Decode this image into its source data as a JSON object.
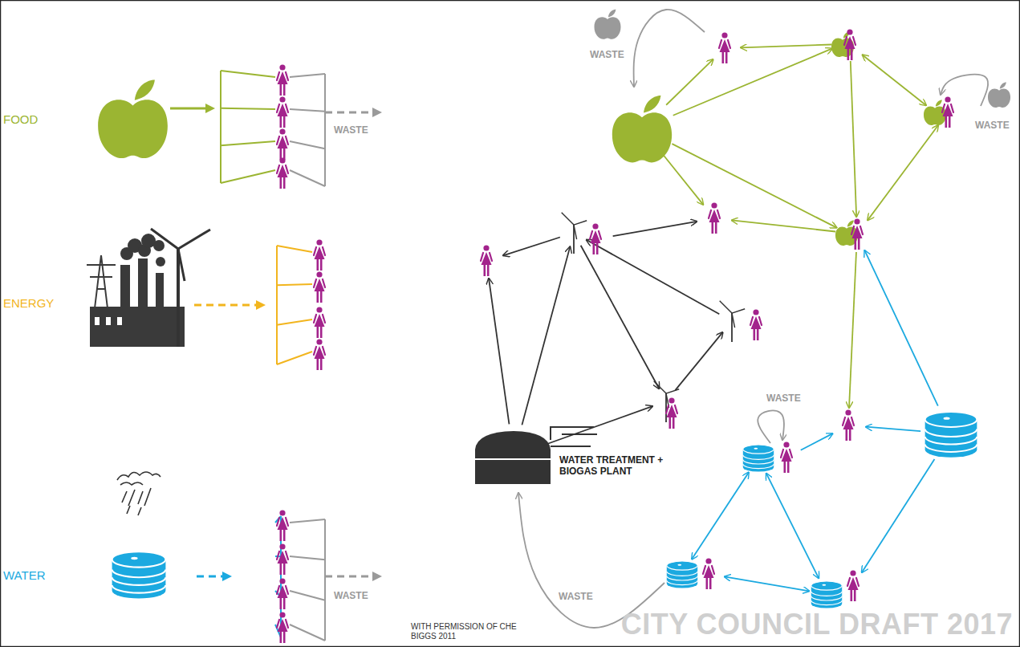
{
  "diagram": {
    "nodes": [
      {
        "text": [
          "WATER TREATMENT + BIOGAS PLANT"
        ]
      }
    ],
    "labels": [
      "FOOD",
      "ENERGY",
      "WATER",
      "WASTE",
      "WASTE",
      "WASTE",
      "WASTE",
      "WASTE",
      "WASTE",
      "WITH PERMISSION OF CHE BIGGS 2011",
      "CITY COUNCIL DRAFT 2017"
    ]
  }
}
